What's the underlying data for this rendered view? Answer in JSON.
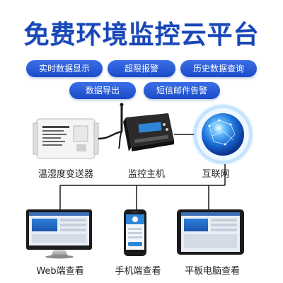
{
  "title": "免费环境监控云平台",
  "features": [
    "实时数据显示",
    "超限报警",
    "历史数据查询",
    "数据导出",
    "短信邮件告警"
  ],
  "devices": {
    "sensor": "温湿度变送器",
    "host": "监控主机",
    "internet": "互联网"
  },
  "clients": {
    "web": "Web端查看",
    "phone": "手机端查看",
    "tablet": "平板电脑查看"
  },
  "colors": {
    "title": "#1747b8",
    "pill": "#1b4bc9",
    "line": "#1a1a1a"
  }
}
